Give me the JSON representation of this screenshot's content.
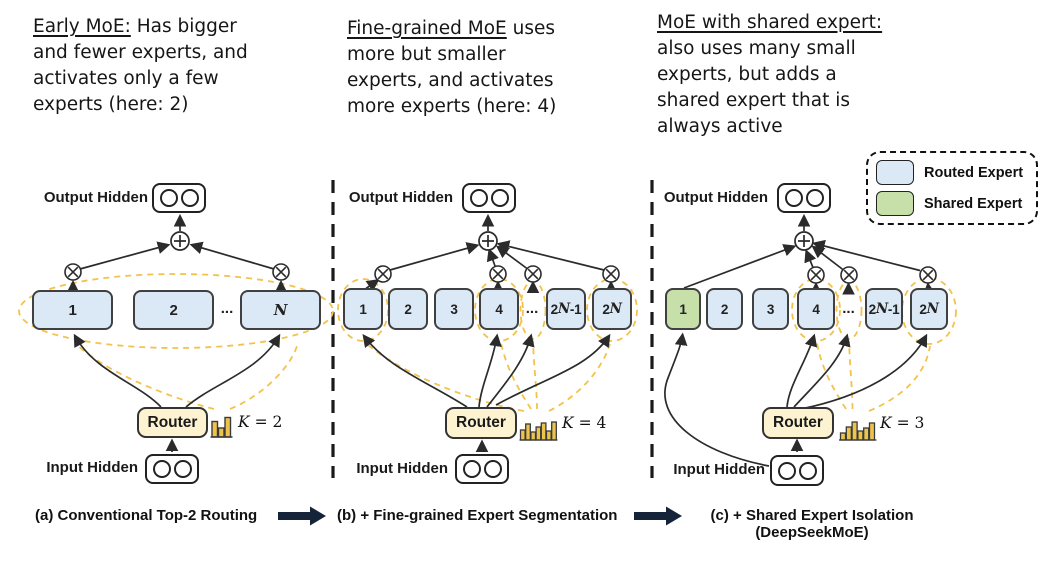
{
  "annotations": [
    {
      "lead": "Early MoE:",
      "rest": " Has bigger and fewer experts, and activates only a few experts (here: 2)"
    },
    {
      "lead": "Fine-grained MoE",
      "rest": " uses more but smaller experts, and activates more experts (here: 4)"
    },
    {
      "lead": "MoE with shared expert:",
      "rest": " also uses many small experts, but adds a shared expert that is always active"
    }
  ],
  "legend": {
    "items": [
      {
        "label": "Routed Expert",
        "color": "#dbe9f6"
      },
      {
        "label": "Shared Expert",
        "color": "#c7dfa9"
      }
    ]
  },
  "panels": [
    {
      "output_label": "Output Hidden",
      "input_label": "Input Hidden",
      "router_label": "Router",
      "k": {
        "sym": "K",
        "val": "= 2"
      },
      "dots": "...",
      "experts": [
        {
          "pre": "1"
        },
        {
          "pre": "2"
        },
        {
          "sym": "N"
        }
      ],
      "caption": "(a) Conventional Top-2 Routing"
    },
    {
      "output_label": "Output Hidden",
      "input_label": "Input Hidden",
      "router_label": "Router",
      "k": {
        "sym": "K",
        "val": "= 4"
      },
      "dots": "...",
      "experts": [
        {
          "pre": "1"
        },
        {
          "pre": "2"
        },
        {
          "pre": "3"
        },
        {
          "pre": "4"
        },
        {
          "pre": "2",
          "sym": "N",
          "post": "-1"
        },
        {
          "pre": "2",
          "sym": "N"
        }
      ],
      "caption": "(b) + Fine-grained Expert Segmentation"
    },
    {
      "output_label": "Output Hidden",
      "input_label": "Input Hidden",
      "router_label": "Router",
      "k": {
        "sym": "K",
        "val": "= 3"
      },
      "dots": "...",
      "experts": [
        {
          "pre": "1"
        },
        {
          "pre": "2"
        },
        {
          "pre": "3"
        },
        {
          "pre": "4"
        },
        {
          "pre": "2",
          "sym": "N",
          "post": "-1"
        },
        {
          "pre": "2",
          "sym": "N"
        }
      ],
      "caption": "(c) + Shared Expert Isolation",
      "caption2": "(DeepSeekMoE)"
    }
  ],
  "icons": {
    "sum_node": "circled-plus",
    "gate_node": "circled-times",
    "router_scores": "bar-chart",
    "flow_arrow": "thick-right-arrow"
  },
  "colors": {
    "routed_expert": "#dbe9f6",
    "shared_expert": "#c7dfa9",
    "router_fill": "#fdf3d1",
    "selection_dash": "#f3c24b",
    "score_bars": "#ecc44d",
    "caption_arrow": "#16243a",
    "line": "#2b2b2b"
  }
}
